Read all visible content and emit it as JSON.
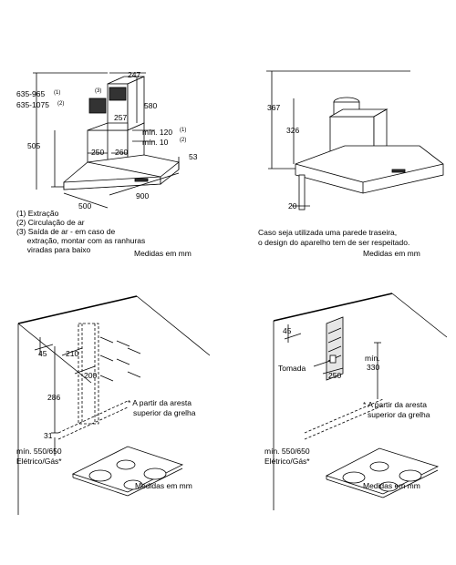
{
  "panel1": {
    "dims": {
      "top_width": "247",
      "chimney_max_1": "635-965",
      "chimney_max_1_sup": "(1)",
      "chimney_max_2": "635-1075",
      "chimney_max_2_sup": "(2)",
      "outlet_ref": "(3)",
      "upper_depth": "580",
      "chimney_depth": "257",
      "min_120": "mín. 120",
      "min_120_sup": "(1)",
      "min_10": "mín. 10",
      "min_10_sup": "(2)",
      "hood_height": "505",
      "chimney_width": "250",
      "chimney_side": "260",
      "body_height": "53",
      "hood_depth": "500",
      "hood_width": "900"
    },
    "legend": [
      "(1) Extração",
      "(2) Circulação de ar",
      "(3) Saída de ar - em caso de",
      "     extração, montar com as ranhuras",
      "     viradas para baixo"
    ],
    "units": "Medidas em mm"
  },
  "panel2": {
    "dims": {
      "total_height": "367",
      "box_height": "326",
      "wall_gap": "20"
    },
    "note_lines": [
      "Caso seja utilizada uma parede traseira,",
      "o design do aparelho tem de ser respeitado."
    ],
    "units": "Medidas em mm"
  },
  "panel3": {
    "dims": {
      "ceiling_offset": "45",
      "bracket_spacing": "210",
      "screw_spacing": "200",
      "height_286": "286",
      "bottom_31": "31"
    },
    "grate_note": [
      "* A partir da aresta",
      "superior da grelha"
    ],
    "min_line1": "mín. 550/650",
    "min_line2": "Elétrico/Gás*",
    "units": "Medidas em mm"
  },
  "panel4": {
    "dims": {
      "ceiling_offset": "45",
      "socket_label": "Tomada",
      "socket_width": "250",
      "min_label": "mín.",
      "min_value": "330"
    },
    "grate_note": [
      "* A partir da aresta",
      "superior da grelha"
    ],
    "min_line1": "mín. 550/650",
    "min_line2": "Elétrico/Gás*",
    "units": "Medidas em mm"
  }
}
